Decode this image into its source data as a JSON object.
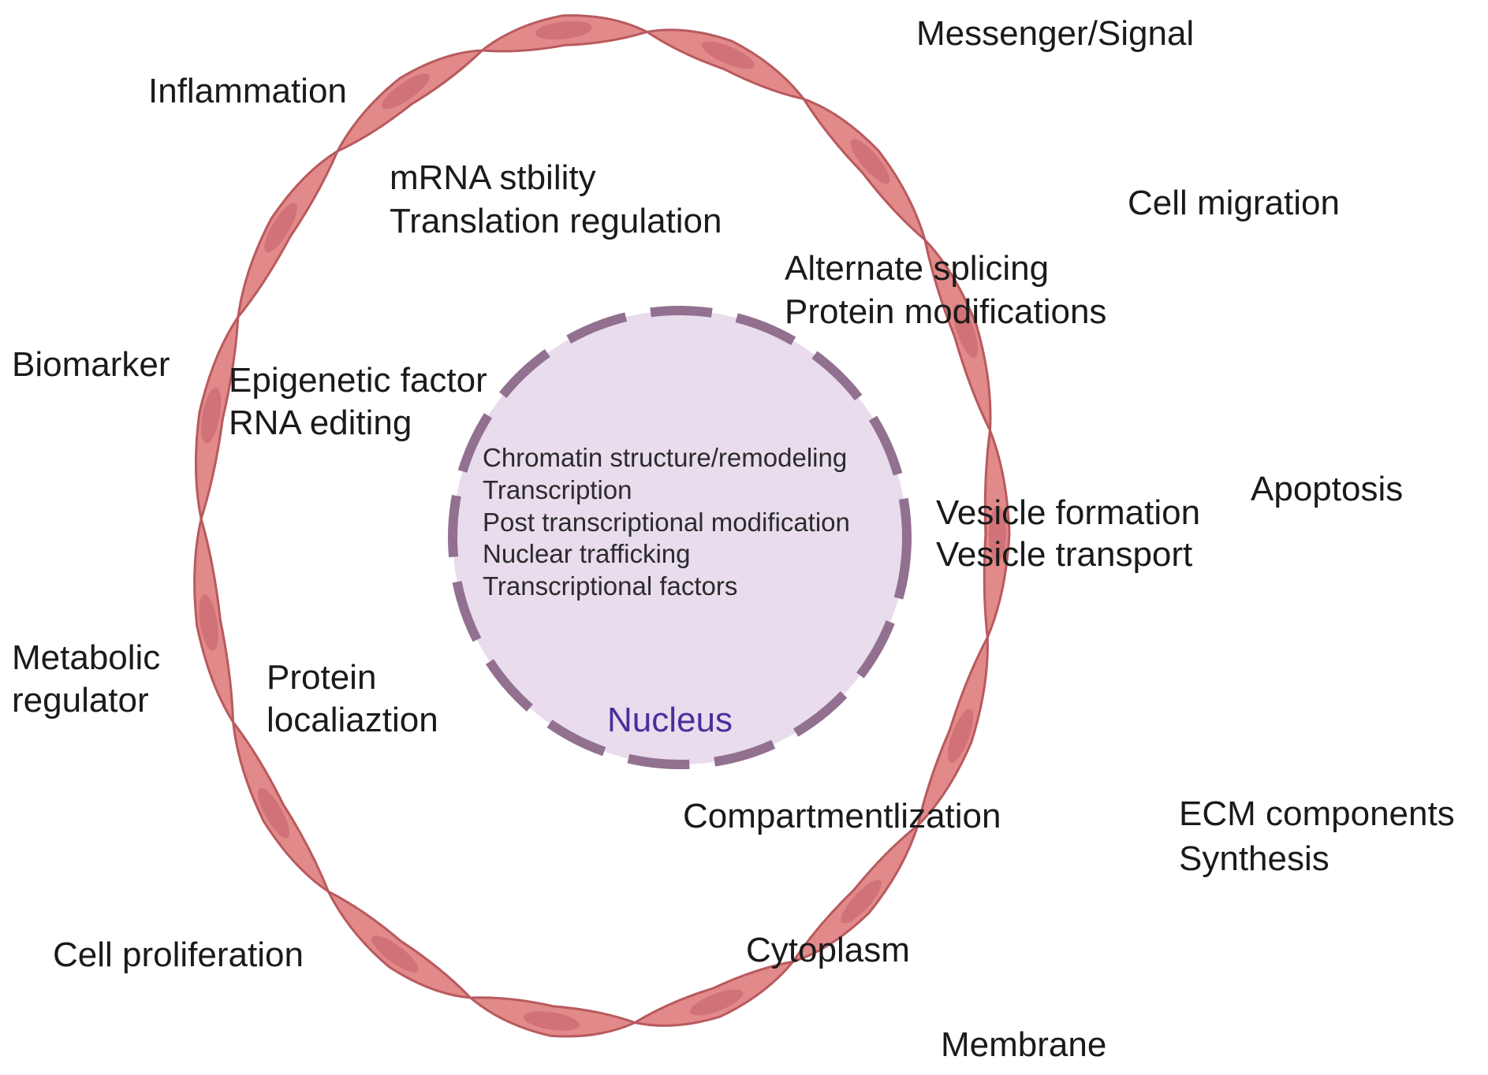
{
  "colors": {
    "cell_fill": "#e28a8a",
    "cell_stroke": "#b85a5e",
    "cell_nucleus": "#c96a72",
    "nucleus_fill": "#e8dced",
    "nucleus_dash": "#92708f",
    "nucleus_title": "#4a2e9a",
    "text": "#1a1a1a"
  },
  "nucleus": {
    "title": "Nucleus",
    "lines": [
      "Chromatin structure/remodeling",
      "Transcription",
      "Post transcriptional modification",
      "Nuclear trafficking",
      "Transcriptional factors"
    ]
  },
  "outer_labels": {
    "messenger": "Messenger/Signal",
    "inflammation": "Inflammation",
    "cell_migration": "Cell migration",
    "biomarker": "Biomarker",
    "apoptosis": "Apoptosis",
    "metabolic": [
      "Metabolic",
      "regulator"
    ],
    "ecm": [
      "ECM components",
      "Synthesis"
    ],
    "cell_proliferation": "Cell proliferation",
    "membrane": "Membrane"
  },
  "inner_labels": {
    "mrna": [
      "mRNA stbility",
      "Translation regulation"
    ],
    "splicing": [
      "Alternate splicing",
      "Protein modifications"
    ],
    "epigenetic": [
      "Epigenetic factor",
      "RNA editing"
    ],
    "vesicle": [
      "Vesicle formation",
      "Vesicle transport"
    ],
    "protein_loc": [
      "Protein",
      "localiaztion"
    ],
    "compartment": "Compartmentlization",
    "cytoplasm": "Cytoplasm"
  }
}
